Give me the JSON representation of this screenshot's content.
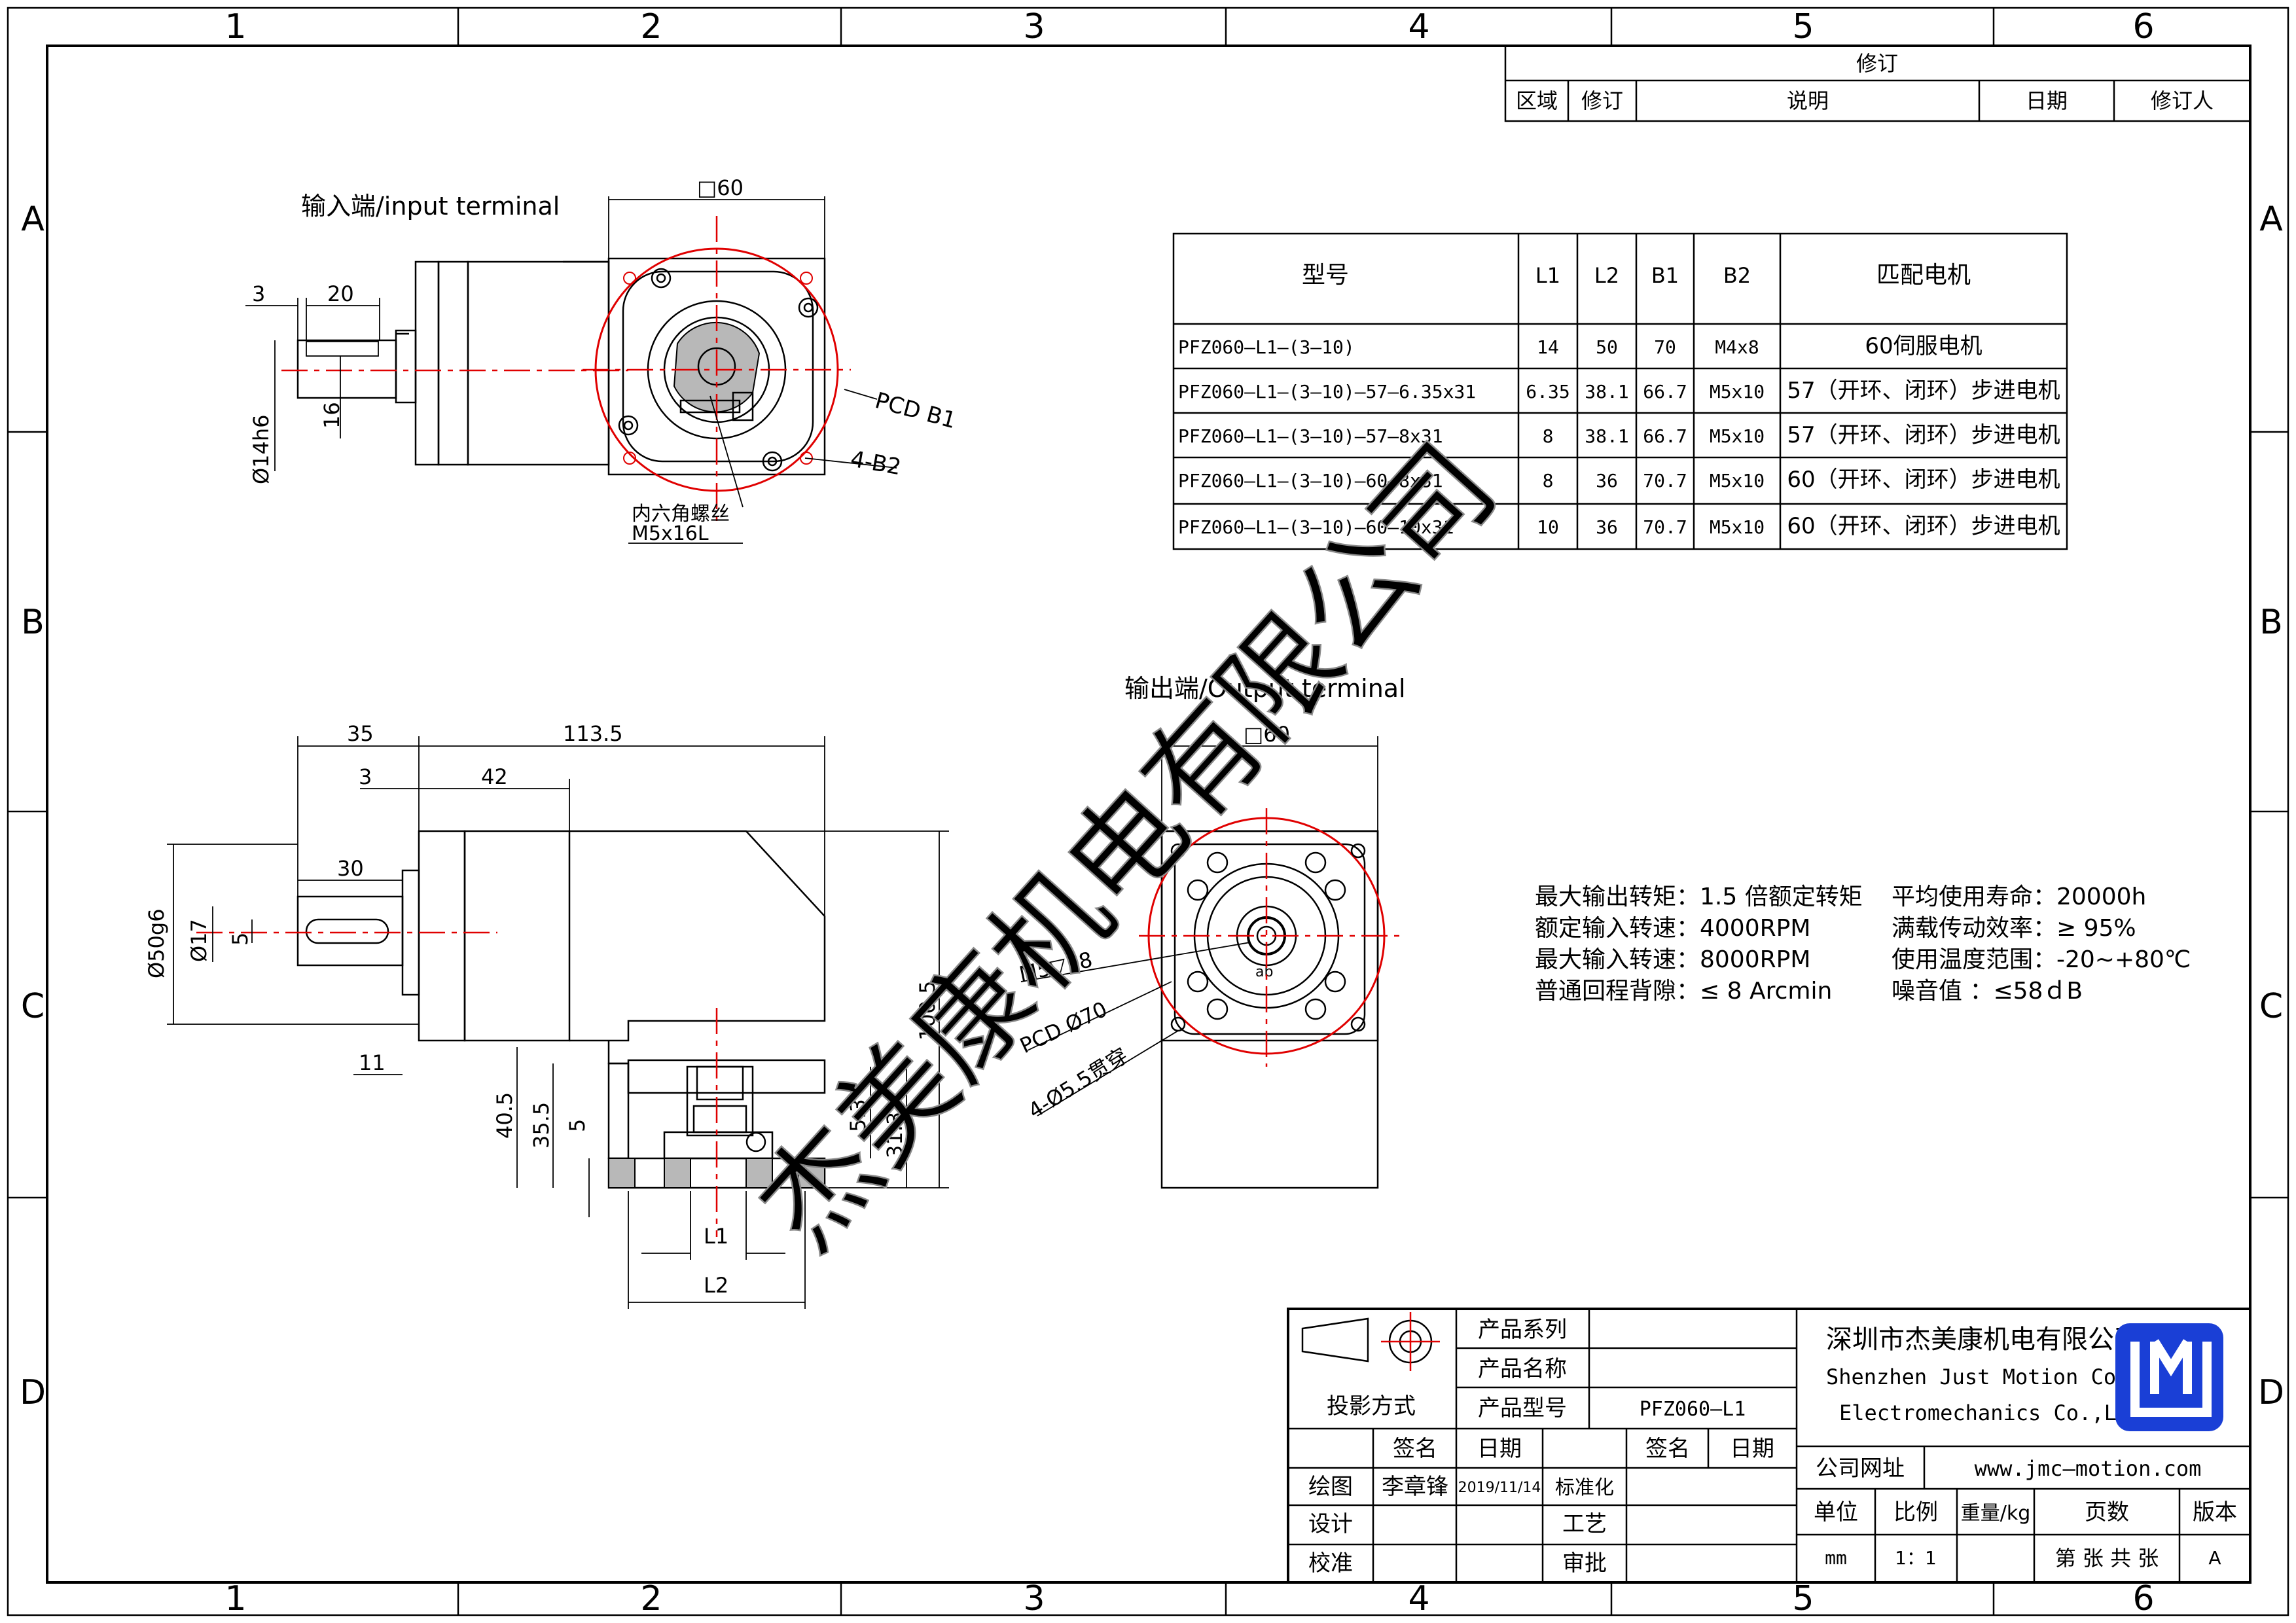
{
  "frame": {
    "columns": [
      "1",
      "2",
      "3",
      "4",
      "5",
      "6"
    ],
    "rows": [
      "A",
      "B",
      "C",
      "D"
    ]
  },
  "revision_block": {
    "title": "修订",
    "headers": [
      "区域",
      "修订",
      "说明",
      "日期",
      "修订人"
    ]
  },
  "input_view": {
    "title": "输入端/input terminal",
    "dims": {
      "square": "□60",
      "d3": "3",
      "d20": "20",
      "d16": "16",
      "d14h6": "Ø14h6",
      "pcd": "PCD B1",
      "holes": "4-B2",
      "screw_line1": "内六角螺丝",
      "screw_line2": "M5x16L"
    }
  },
  "spec_table": {
    "headers": [
      "型号",
      "L1",
      "L2",
      "B1",
      "B2",
      "匹配电机"
    ],
    "rows": [
      [
        "PFZ060—L1—(3—10)",
        "14",
        "50",
        "70",
        "M4x8",
        "60伺服电机"
      ],
      [
        "PFZ060—L1—(3—10)—57—6.35x31",
        "6.35",
        "38.1",
        "66.7",
        "M5x10",
        "57（开环、闭环）步进电机"
      ],
      [
        "PFZ060—L1—(3—10)—57—8x31",
        "8",
        "38.1",
        "66.7",
        "M5x10",
        "57（开环、闭环）步进电机"
      ],
      [
        "PFZ060—L1—(3—10)—60—8x31",
        "8",
        "36",
        "70.7",
        "M5x10",
        "60（开环、闭环）步进电机"
      ],
      [
        "PFZ060—L1—(3—10)—60—10x31",
        "10",
        "36",
        "70.7",
        "M5x10",
        "60（开环、闭环）步进电机"
      ]
    ]
  },
  "side_view": {
    "dims": {
      "d35": "35",
      "d113_5": "113.5",
      "d3": "3",
      "d42": "42",
      "d30": "30",
      "d50g6": "Ø50g6",
      "d17": "Ø17",
      "d5": "5",
      "d11": "11",
      "d40_5": "40.5",
      "d35_5": "35.5",
      "d5b": "5",
      "d5_3": "5.3",
      "d31_3": "31.3",
      "d100_5": "100.5",
      "L1": "L1",
      "L2": "L2"
    }
  },
  "output_view": {
    "title": "输出端/Output terminal",
    "dims": {
      "square": "□60",
      "tap": "M5▽18",
      "pcd": "PCD Ø70",
      "holes": "4-Ø5.5贯穿"
    }
  },
  "specs": {
    "left": [
      "最大输出转矩：1.5 倍额定转矩",
      "额定输入转速：4000RPM",
      "最大输入转速：8000RPM",
      "普通回程背隙：≤ 8 Arcmin"
    ],
    "right": [
      "平均使用寿命：20000h",
      "满载传动效率：≥   95%",
      "使用温度范围：-20~+80℃",
      "噪音值       ：≤58ｄB"
    ]
  },
  "watermark": "杰美康机电有限公司",
  "title_block": {
    "projection": "投影方式",
    "series_label": "产品系列",
    "name_label": "产品名称",
    "model_label": "产品型号",
    "model_value": "PFZ060—L1",
    "sign": "签名",
    "date": "日期",
    "draw": "绘图",
    "draw_name": "李章锋",
    "draw_date": "2019/11/14",
    "design": "设计",
    "check": "校准",
    "standard": "标准化",
    "process": "工艺",
    "approve": "审批",
    "company_cn": "深圳市杰美康机电有限公司",
    "company_en1": "Shenzhen Just Motion Control",
    "company_en2": "Electromechanics Co.,LTD",
    "website_label": "公司网址",
    "website": "www.jmc—motion.com",
    "unit": "单位",
    "scale": "比例",
    "weight": "重量/kg",
    "pages": "页数",
    "version": "版本",
    "unit_val": "mm",
    "scale_val": "1：1",
    "pages_val": "第 张 共 张",
    "version_val": "A",
    "logo_color": "#1a3fd6"
  }
}
